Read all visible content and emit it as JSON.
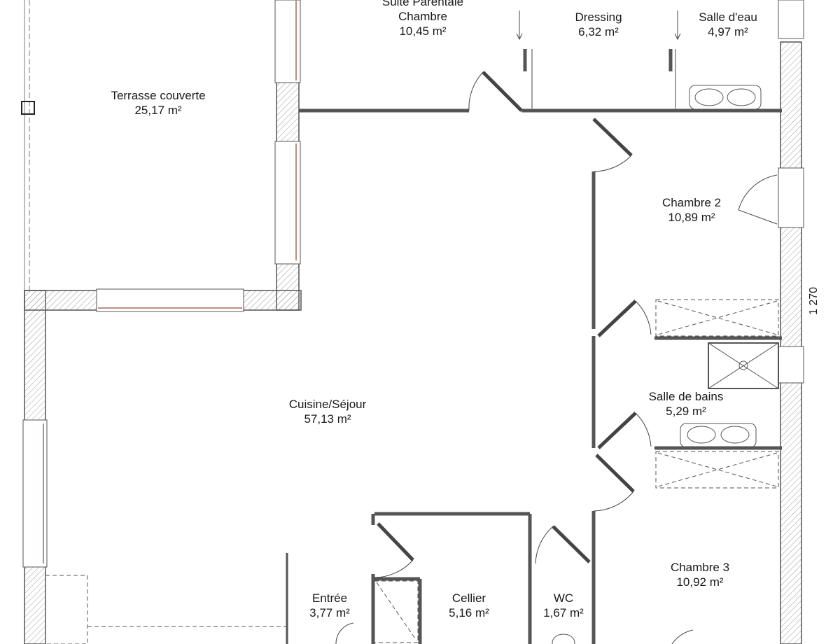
{
  "rooms": {
    "suite": {
      "name1": "Suite Parentale",
      "name2": "Chambre",
      "area": "10,45 m²"
    },
    "dressing": {
      "name": "Dressing",
      "area": "6,32 m²"
    },
    "salle_eau": {
      "name": "Salle d'eau",
      "area": "4,97 m²"
    },
    "terrasse": {
      "name": "Terrasse couverte",
      "area": "25,17 m²"
    },
    "chambre2": {
      "name": "Chambre 2",
      "area": "10,89 m²"
    },
    "cuisine": {
      "name": "Cuisine/Séjour",
      "area": "57,13 m²"
    },
    "salle_bains": {
      "name": "Salle de bains",
      "area": "5,29 m²"
    },
    "chambre3": {
      "name": "Chambre 3",
      "area": "10,92 m²"
    },
    "entree": {
      "name": "Entrée",
      "area": "3,77 m²"
    },
    "cellier": {
      "name": "Cellier",
      "area": "5,16 m²"
    },
    "wc": {
      "name": "WC",
      "area": "1,67 m²"
    }
  },
  "dimension_label": "1 270",
  "colors": {
    "wall": "#555555",
    "hatch": "#9a9a9a",
    "window_frame": "#b8907f"
  }
}
